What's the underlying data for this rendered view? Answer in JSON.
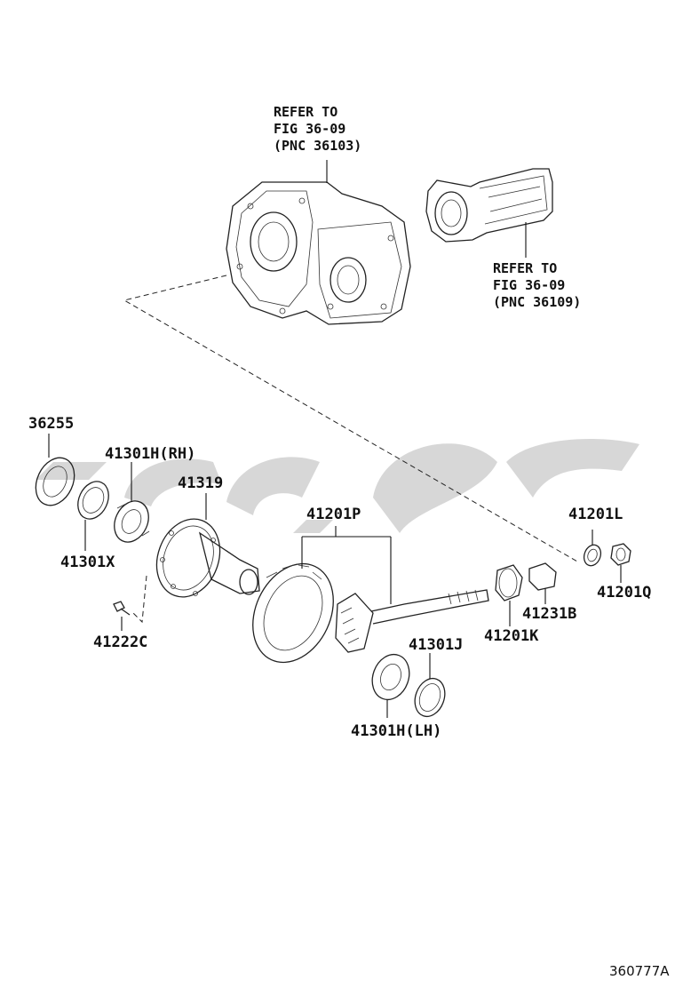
{
  "watermark_color": "#c9c9c9",
  "line_color": "#222222",
  "references": [
    {
      "lines": [
        "REFER TO",
        "FIG 36-09",
        "(PNC 36103)"
      ]
    },
    {
      "lines": [
        "REFER TO",
        "FIG 36-09",
        "(PNC 36109)"
      ]
    }
  ],
  "parts": [
    {
      "label": "36255"
    },
    {
      "label": "41301H(RH)"
    },
    {
      "label": "41319"
    },
    {
      "label": "41301X"
    },
    {
      "label": "41222C"
    },
    {
      "label": "41201P"
    },
    {
      "label": "41201L"
    },
    {
      "label": "41201Q"
    },
    {
      "label": "41231B"
    },
    {
      "label": "41201K"
    },
    {
      "label": "41301J"
    },
    {
      "label": "41301H(LH)"
    }
  ],
  "figure_code": "360777A"
}
